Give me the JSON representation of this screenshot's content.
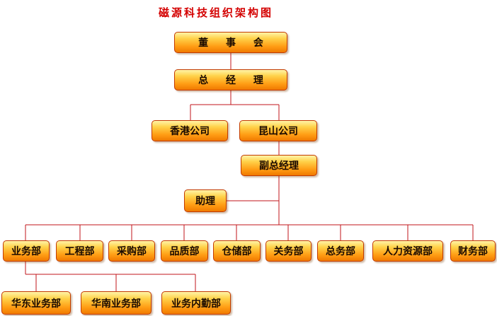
{
  "title": "磁源科技组织架构图",
  "colors": {
    "title": "#d40000",
    "connector": "#c0161b",
    "node_border": "#c23a00"
  },
  "nodes": {
    "board": "董 事 会",
    "gm": "总 经 理",
    "hk": "香港公司",
    "ks": "昆山公司",
    "vgm": "副总经理",
    "assistant": "助理",
    "departments": [
      "业务部",
      "工程部",
      "采购部",
      "品质部",
      "仓储部",
      "关务部",
      "总务部",
      "人力资源部",
      "财务部"
    ],
    "sub_departments": [
      "华东业务部",
      "华南业务部",
      "业务内勤部"
    ]
  }
}
